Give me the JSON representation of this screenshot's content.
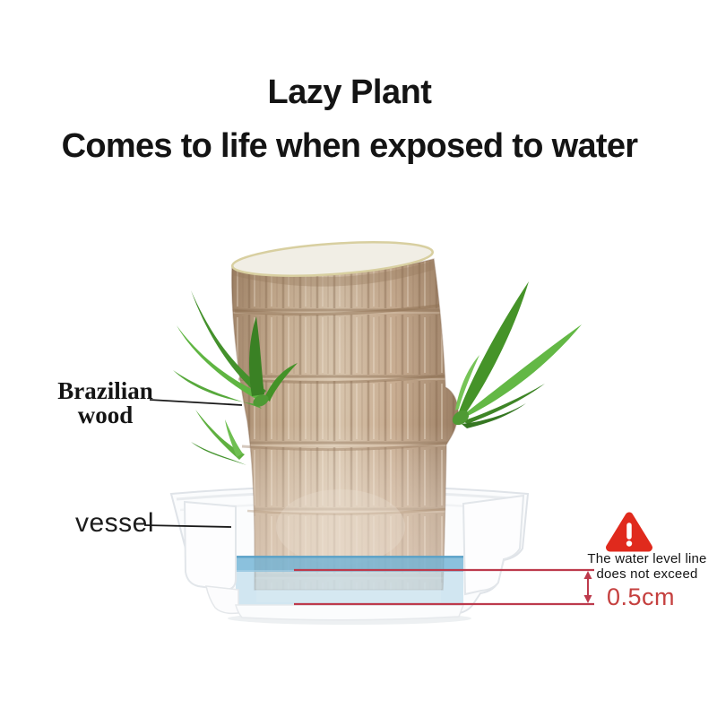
{
  "header": {
    "title": "Lazy Plant",
    "subtitle": "Comes to life when exposed to water"
  },
  "callouts": {
    "wood": {
      "line1": "Brazilian",
      "line2": "wood"
    },
    "vessel": {
      "label": "vessel"
    }
  },
  "warning": {
    "line1": "The water level line",
    "line2": "does not exceed",
    "value": "0.5cm"
  },
  "icons": {
    "warning": "warning-triangle-icon"
  },
  "colors": {
    "annotation_red": "#bd3a4c",
    "value_red": "#c5403f",
    "warning_icon_red": "#e02a1d",
    "water_dark": "#6fb2d4",
    "water_light": "#aed3e8",
    "leaf_green": "#57a93c",
    "wood_tan": "#c2a78c",
    "text_black": "#141414"
  }
}
